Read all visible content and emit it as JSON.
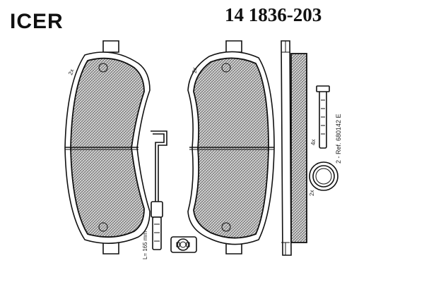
{
  "header": {
    "brand": "ICER",
    "part_number": "14 1836-203"
  },
  "annotations": {
    "pad_left_label": "2x",
    "pad_middle_label": "2x",
    "sensor_length": "L= 165 mm",
    "side_clip_count": "4x",
    "ring_count": "2x",
    "reference": "2 - Ref. 680142 E"
  },
  "colors": {
    "ink": "#111111",
    "hatch": "#555555",
    "background": "#ffffff"
  },
  "icons": [
    "brake-pad-front-view",
    "brake-pad-side-view",
    "wear-sensor-wire",
    "sensor-connector",
    "anti-squeal-clip",
    "retaining-ring"
  ]
}
